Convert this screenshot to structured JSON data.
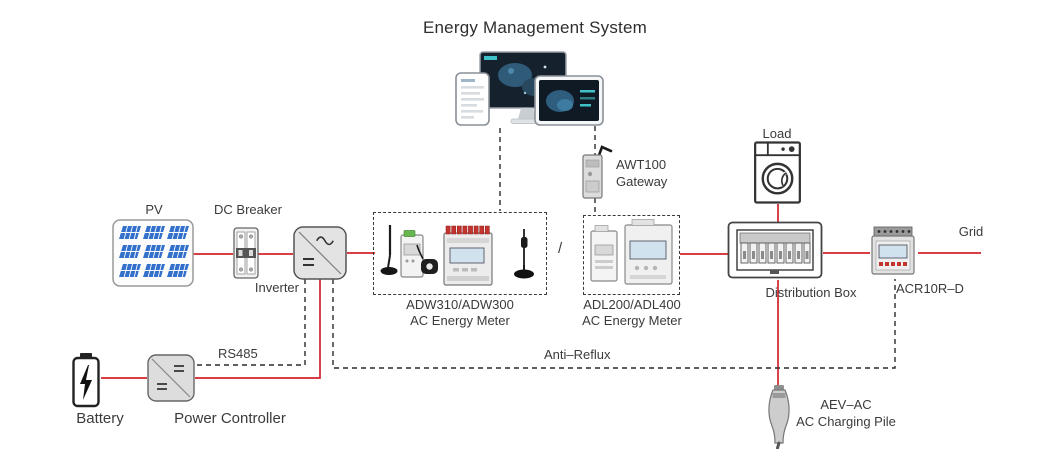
{
  "title": "Energy Management System",
  "colors": {
    "power_line_red": "#d2232a",
    "signal_line_black": "#2a2a2a",
    "solar_panel_blue": "#3270cc",
    "lcd_blue": "#cfe2ee",
    "terminal_red": "#c4342f",
    "device_gray": "#e3e3e3"
  },
  "nodes": {
    "ems": {
      "title": "Energy Management System"
    },
    "pv": {
      "label": "PV"
    },
    "dc_breaker": {
      "label": "DC Breaker"
    },
    "inverter": {
      "label": "Inverter"
    },
    "adw_meter": {
      "line1": "ADW310/ADW300",
      "line2": "AC Energy Meter"
    },
    "or_separator": "/",
    "adl_meter": {
      "line1": "ADL200/ADL400",
      "line2": "AC Energy Meter"
    },
    "gateway": {
      "line1": "AWT100",
      "line2": "Gateway"
    },
    "load": {
      "label": "Load"
    },
    "distribution_box": {
      "label": "Distribution Box"
    },
    "acr_meter": {
      "label": "ACR10R–D"
    },
    "grid": {
      "label": "Grid"
    },
    "battery": {
      "label": "Battery"
    },
    "power_controller": {
      "label": "Power Controller"
    },
    "charging_pile": {
      "line1": "AEV–AC",
      "line2": "AC Charging Pile"
    }
  },
  "links": {
    "rs485": "RS485",
    "anti_reflux": "Anti–Reflux"
  }
}
